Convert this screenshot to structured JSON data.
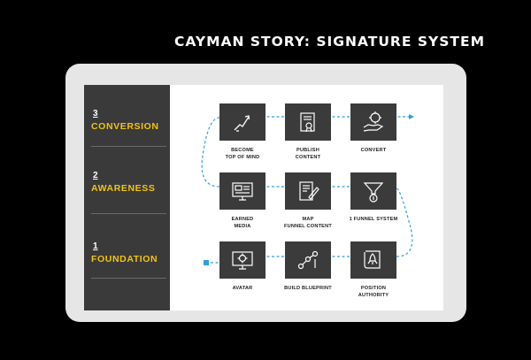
{
  "title": "CAYMAN STORY: SIGNATURE SYSTEM",
  "colors": {
    "background": "#000000",
    "frame": "#e6e6e6",
    "sidebar": "#3a3a3a",
    "tile": "#3b3b3b",
    "stage_label": "#f2c21a",
    "connector": "#2f9fe0"
  },
  "stages": [
    {
      "number": "3",
      "label": "CONVERSION"
    },
    {
      "number": "2",
      "label": "AWARENESS"
    },
    {
      "number": "1",
      "label": "FOUNDATION"
    }
  ],
  "steps": {
    "become_top_of_mind": {
      "label": "BECOME\nTOP OF MIND",
      "icon": "rising-arrow-icon"
    },
    "publish_content": {
      "label": "PUBLISH\nCONTENT",
      "icon": "certificate-document-icon"
    },
    "convert": {
      "label": "CONVERT",
      "icon": "hand-gear-dollar-icon"
    },
    "earned_media": {
      "label": "EARNED\nMEDIA",
      "icon": "media-screen-icon"
    },
    "map_funnel_content": {
      "label": "MAP\nFUNNEL CONTENT",
      "icon": "document-pen-icon"
    },
    "one_funnel_system": {
      "label": "1 FUNNEL SYSTEM",
      "icon": "funnel-dollar-icon"
    },
    "avatar": {
      "label": "AVATAR",
      "icon": "monitor-gear-icon"
    },
    "build_blueprint": {
      "label": "BUILD BLUEPRINT",
      "icon": "network-nodes-icon"
    },
    "position_authority": {
      "label": "POSITION  AUTHORITY",
      "icon": "rocket-scroll-icon"
    }
  }
}
